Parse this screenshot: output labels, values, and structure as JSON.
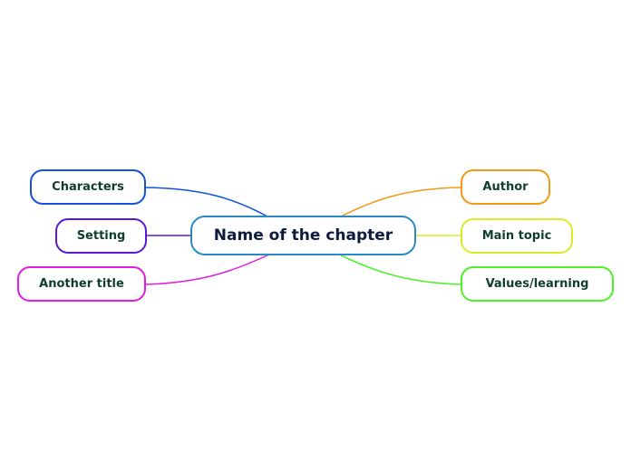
{
  "central": {
    "label": "Name of the chapter",
    "color": "#2a8ac8"
  },
  "topics": [
    {
      "id": "characters",
      "label": "Characters",
      "color": "#1452d8"
    },
    {
      "id": "setting",
      "label": "Setting",
      "color": "#5b18d6"
    },
    {
      "id": "another",
      "label": "Another title",
      "color": "#e01ee0"
    },
    {
      "id": "author",
      "label": "Author",
      "color": "#f29a18"
    },
    {
      "id": "maintopic",
      "label": "Main topic",
      "color": "#d6ee2a"
    },
    {
      "id": "values",
      "label": "Values/learning",
      "color": "#4ef028"
    }
  ]
}
